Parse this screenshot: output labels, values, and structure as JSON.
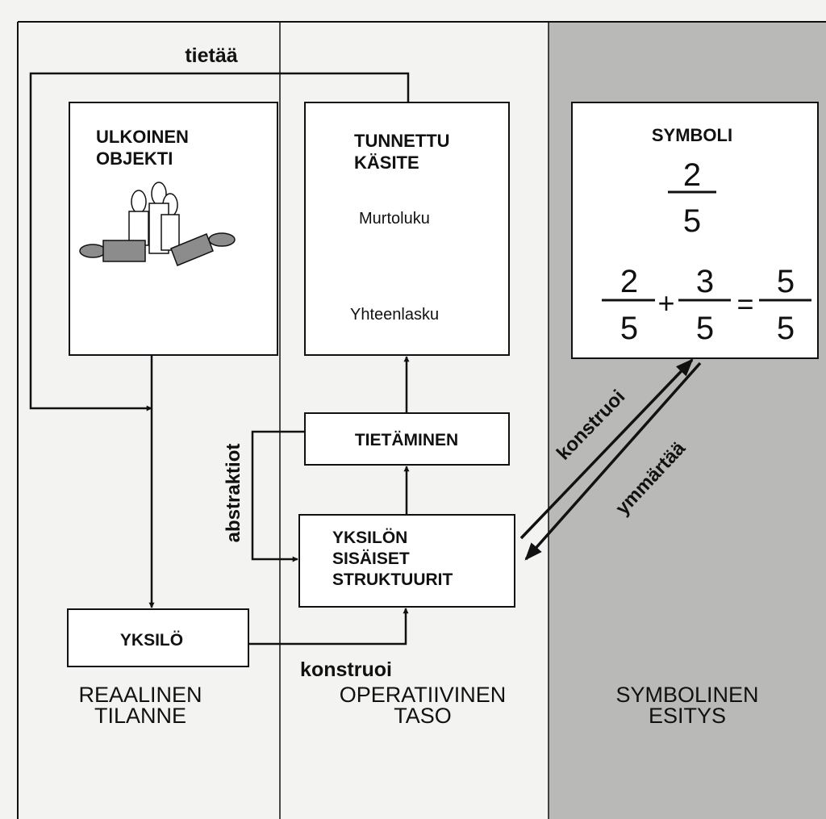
{
  "columns": {
    "real": {
      "line1": "REAALINEN",
      "line2": "TILANNE"
    },
    "operative": {
      "line1": "OPERATIIVINEN",
      "line2": "TASO"
    },
    "symbolic": {
      "line1": "SYMBOLINEN",
      "line2": "ESITYS"
    }
  },
  "boxes": {
    "external_object": {
      "line1": "ULKOINEN",
      "line2": "OBJEKTI"
    },
    "known_concept": {
      "line1": "TUNNETTU",
      "line2": "KÄSITE",
      "item1": "Murtoluku",
      "item2": "Yhteenlasku"
    },
    "symbol": {
      "title": "SYMBOLI",
      "fraction": {
        "numerator": "2",
        "denominator": "5"
      },
      "equation": {
        "a_num": "2",
        "a_den": "5",
        "plus": "+",
        "b_num": "3",
        "b_den": "5",
        "equals": "=",
        "c_num": "5",
        "c_den": "5"
      }
    },
    "knowing": {
      "label": "TIETÄMINEN"
    },
    "internal_structures": {
      "line1": "YKSILÖN",
      "line2": "SISÄISET",
      "line3": "STRUKTUURIT"
    },
    "individual": {
      "label": "YKSILÖ"
    }
  },
  "edges": {
    "knows": "tietää",
    "abstractions": "abstraktiot",
    "constructs_bottom": "konstruoi",
    "constructs_diag": "konstruoi",
    "understands_diag": "ymmärtää"
  },
  "colors": {
    "background": "#f3f3f1",
    "symbolic_column": "#b9b9b7",
    "ink": "#111111",
    "object_fill": "#8c8c8c",
    "box_fill": "#ffffff"
  }
}
